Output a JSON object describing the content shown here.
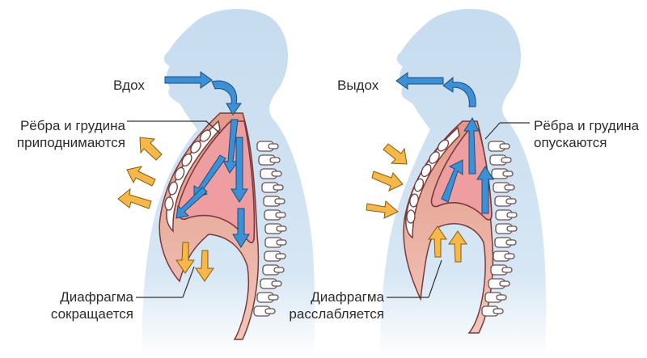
{
  "left_panel": {
    "inhale_label": "Вдох",
    "ribs_label_line1": "Рёбра и грудина",
    "ribs_label_line2": "приподнимаются",
    "diaphragm_label_line1": "Диафрагма",
    "diaphragm_label_line2": "сокращается"
  },
  "right_panel": {
    "exhale_label": "Выдох",
    "ribs_label_line1": "Рёбра и грудина",
    "ribs_label_line2": "опускаются",
    "diaphragm_label_line1": "Диафрагма",
    "diaphragm_label_line2": "расслабляется"
  },
  "colors": {
    "body": "#c6dcef",
    "lung": "#ee9ea0",
    "lung_stroke": "#7a3a3a",
    "air_arrow": "#3d8fd6",
    "force_arrow": "#f7b84a",
    "bone": "#ffffff",
    "muscle": "#e7a08f"
  },
  "icons": {
    "air_flow": "blue-arrow-icon",
    "force": "orange-arrow-icon",
    "spine": "vertebra-icon"
  }
}
